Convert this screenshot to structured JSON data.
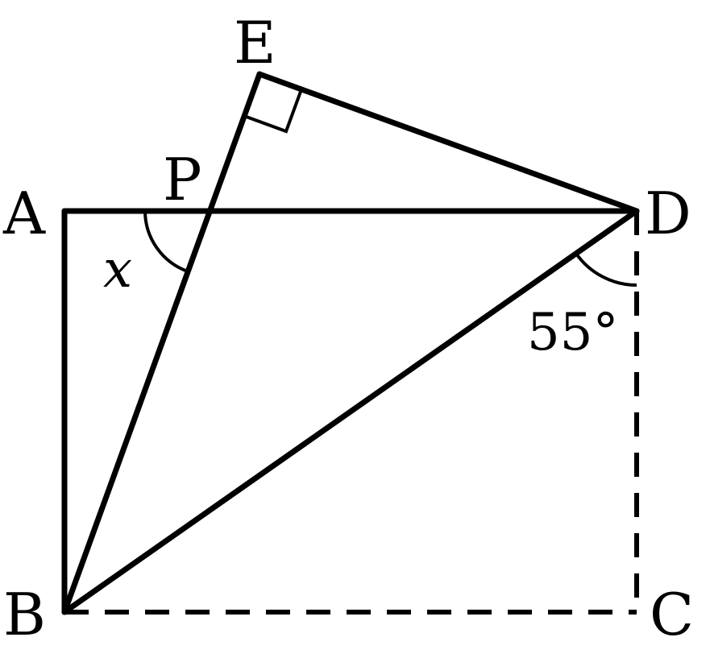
{
  "figure": {
    "points": {
      "A": "A",
      "B": "B",
      "C": "C",
      "D": "D",
      "E": "E",
      "P": "P"
    },
    "angle_x": "x",
    "angle_given": "55°"
  }
}
